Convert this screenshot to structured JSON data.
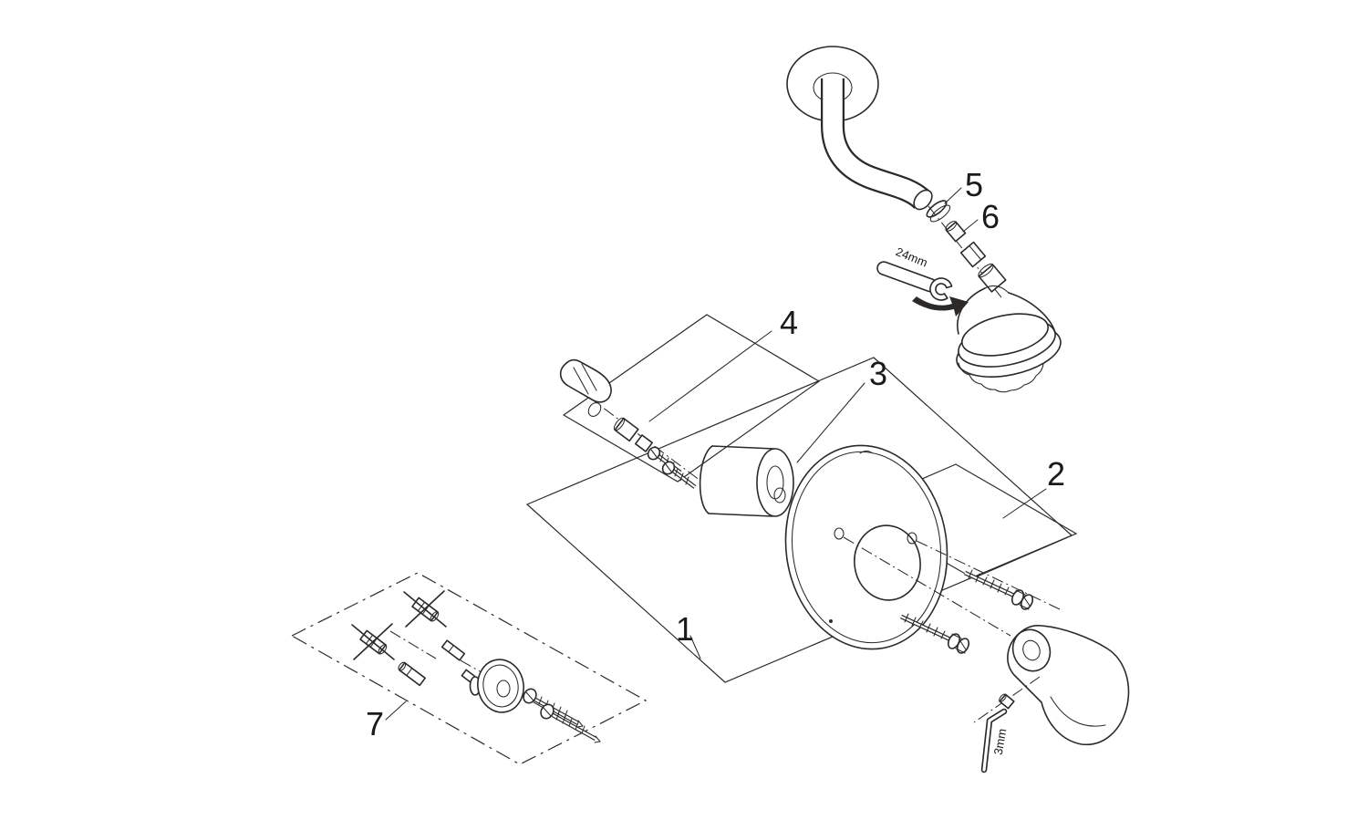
{
  "figure": {
    "colors": {
      "line": "#2b2a29",
      "background": "#ffffff"
    },
    "callouts": {
      "c1": "1",
      "c2": "2",
      "c3": "3",
      "c4": "4",
      "c5": "5",
      "c6": "6",
      "c7": "7"
    },
    "notes": {
      "wrench_size": "24mm",
      "hex_key_size": "3mm"
    }
  }
}
